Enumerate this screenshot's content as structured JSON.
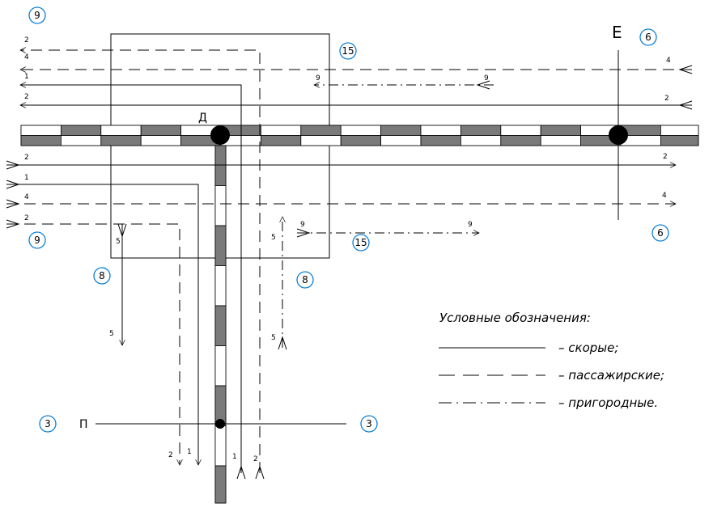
{
  "nodes": {
    "d_label": "Д",
    "e_label": "Е",
    "p_label": "П"
  },
  "legend": {
    "title": "Условные обозначения:",
    "express": "– скорые;",
    "passenger": "– пассажирские;",
    "suburban": "– пригородные."
  },
  "line_numbers": {
    "n1": "1",
    "n2": "2",
    "n4": "4",
    "n5": "5",
    "n9": "9"
  },
  "markers": {
    "m3": "3",
    "m6": "6",
    "m8": "8",
    "m9": "9",
    "m15": "15"
  },
  "colors": {
    "marker_stroke": "#0b7fd6",
    "track_dark": "#7a7a7a",
    "line": "#000000"
  }
}
